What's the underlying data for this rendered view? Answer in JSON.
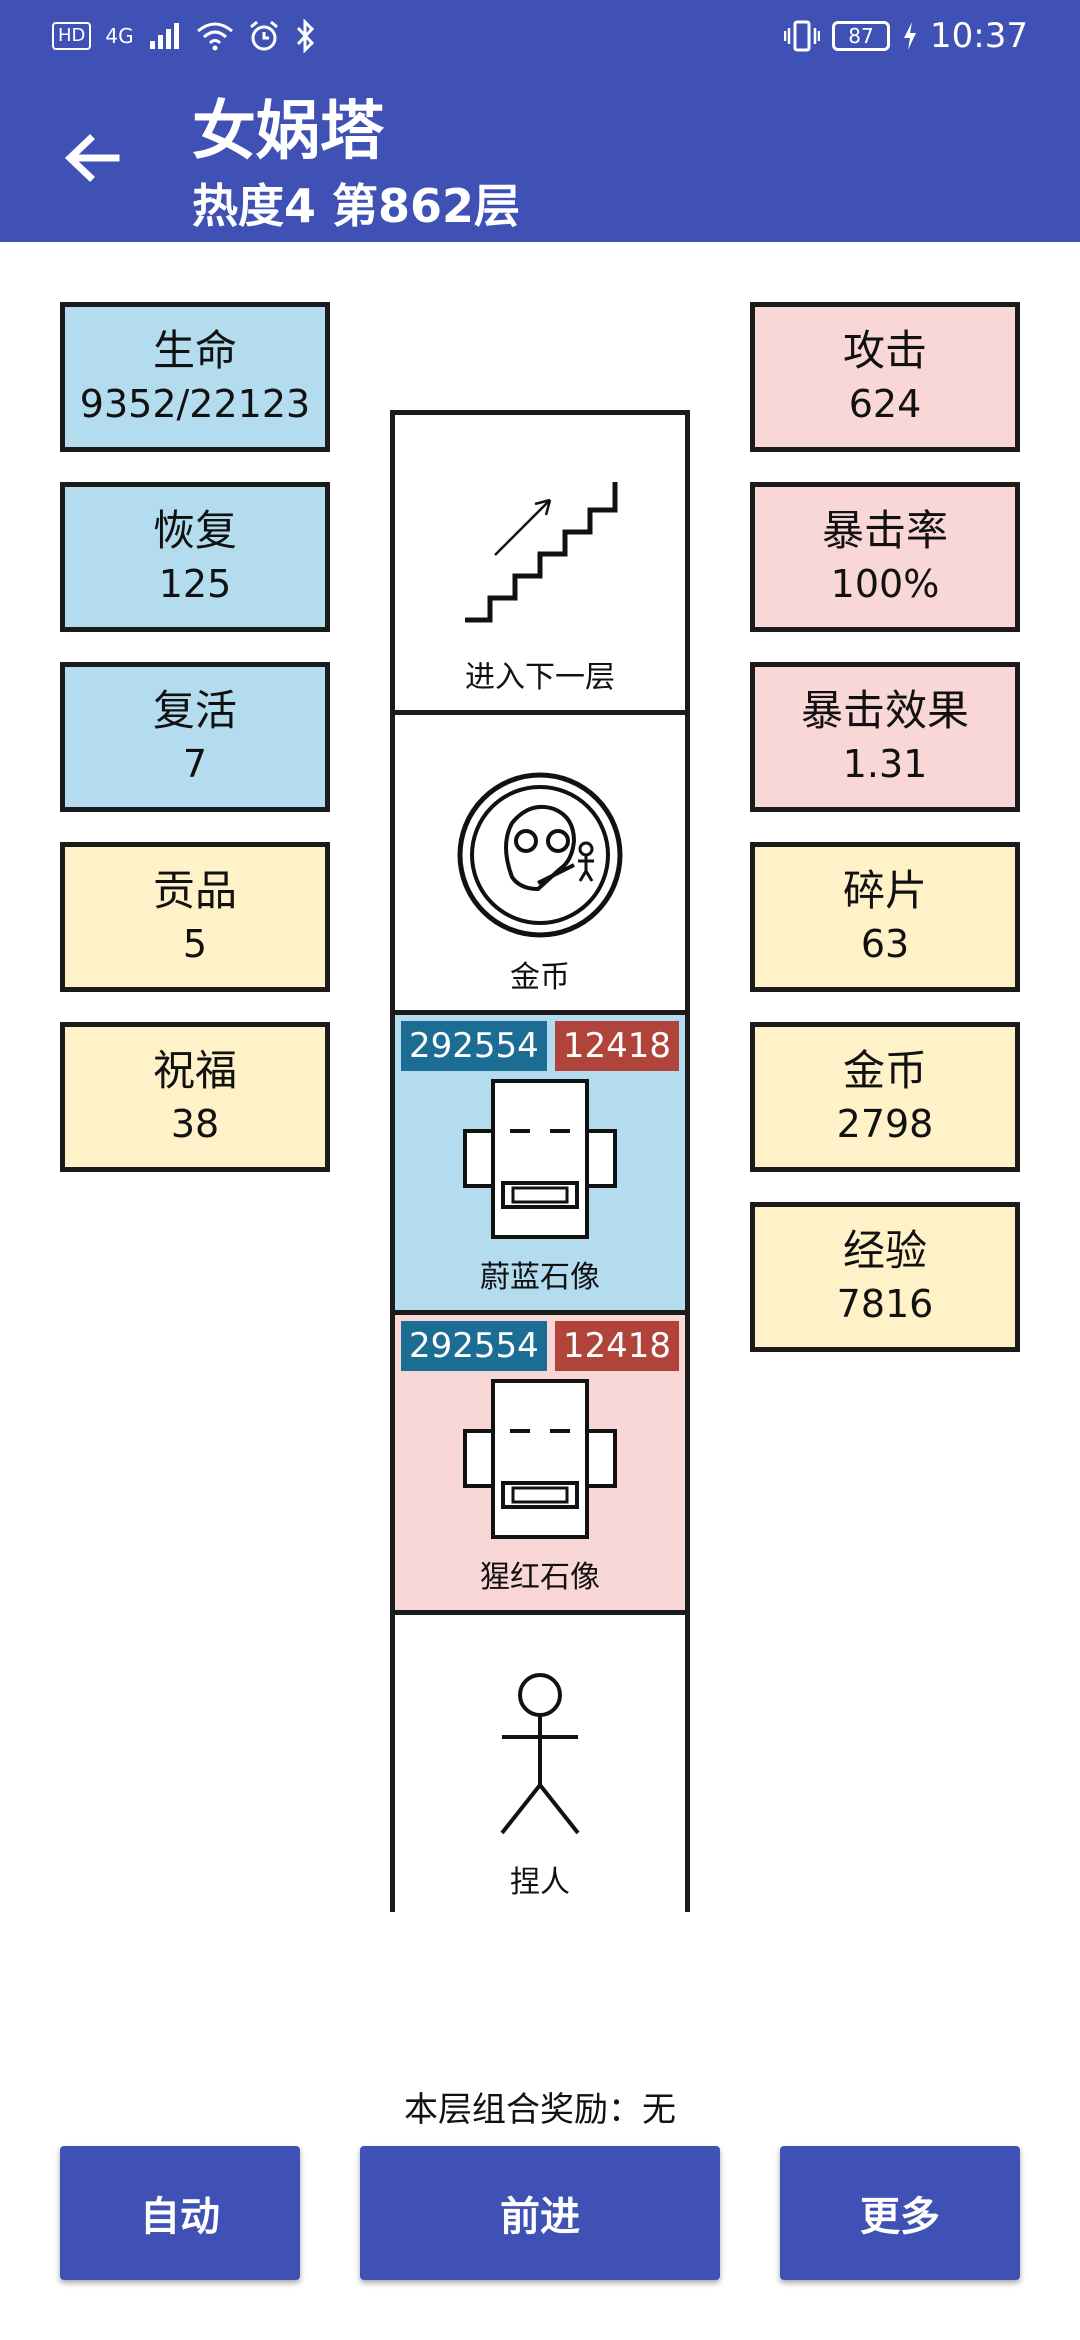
{
  "status_bar": {
    "time": "10:37",
    "battery": "87",
    "network": "4G",
    "hd": "HD"
  },
  "header": {
    "title": "女娲塔",
    "subtitle": "热度4 第862层"
  },
  "left_stats": [
    {
      "label": "生命",
      "value": "9352/22123"
    },
    {
      "label": "恢复",
      "value": "125"
    },
    {
      "label": "复活",
      "value": "7"
    },
    {
      "label": "贡品",
      "value": "5"
    },
    {
      "label": "祝福",
      "value": "38"
    }
  ],
  "right_stats": [
    {
      "label": "攻击",
      "value": "624"
    },
    {
      "label": "暴击率",
      "value": "100%"
    },
    {
      "label": "暴击效果",
      "value": "1.31"
    },
    {
      "label": "碎片",
      "value": "63"
    },
    {
      "label": "金币",
      "value": "2798"
    },
    {
      "label": "经验",
      "value": "7816"
    }
  ],
  "tower": [
    {
      "label": "进入下一层"
    },
    {
      "label": "金币"
    },
    {
      "label": "蔚蓝石像",
      "hp": "292554",
      "atk": "12418"
    },
    {
      "label": "猩红石像",
      "hp": "292554",
      "atk": "12418"
    },
    {
      "label": "捏人"
    }
  ],
  "bonus_text": "本层组合奖励：无",
  "buttons": {
    "auto": "自动",
    "forward": "前进",
    "more": "更多"
  },
  "colors": {
    "primary": "#3f51b5",
    "stat_blue": "#b3dcef",
    "stat_pink": "#f8d7d6",
    "stat_yellow": "#fff1c8"
  }
}
